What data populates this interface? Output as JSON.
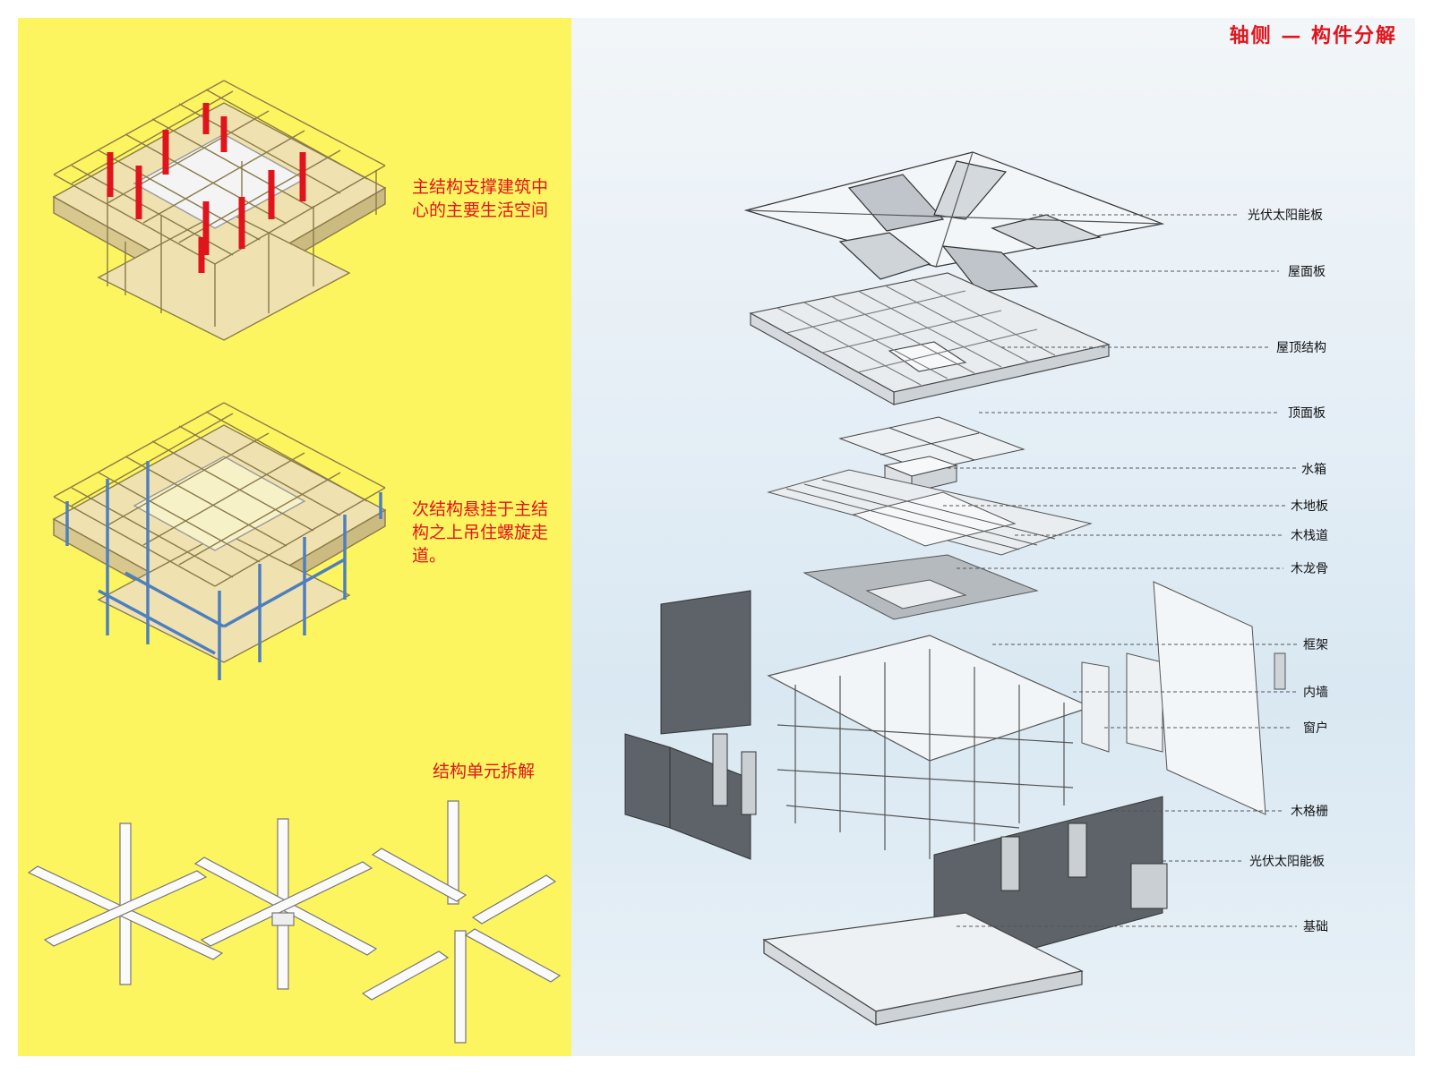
{
  "sheet_title": "轴侧 — 构件分解",
  "captions": {
    "main_structure": "主结构支撑建筑中心的主要生活空间",
    "secondary_structure": "次结构悬挂于主结构之上吊住螺旋走道。",
    "unit_breakdown": "结构单元拆解"
  },
  "components": [
    "光伏太阳能板",
    "屋面板",
    "屋顶结构",
    "顶面板",
    "水箱",
    "木地板",
    "木栈道",
    "木龙骨",
    "框架",
    "内墙",
    "窗户",
    "木格栅",
    "光伏太阳能板",
    "基础"
  ],
  "colors": {
    "left_panel": "#fdf560",
    "accent": "#e0141c",
    "main_columns": "#e0141c",
    "secondary_members": "#4d7fbf",
    "timber": "#efe2b0"
  }
}
